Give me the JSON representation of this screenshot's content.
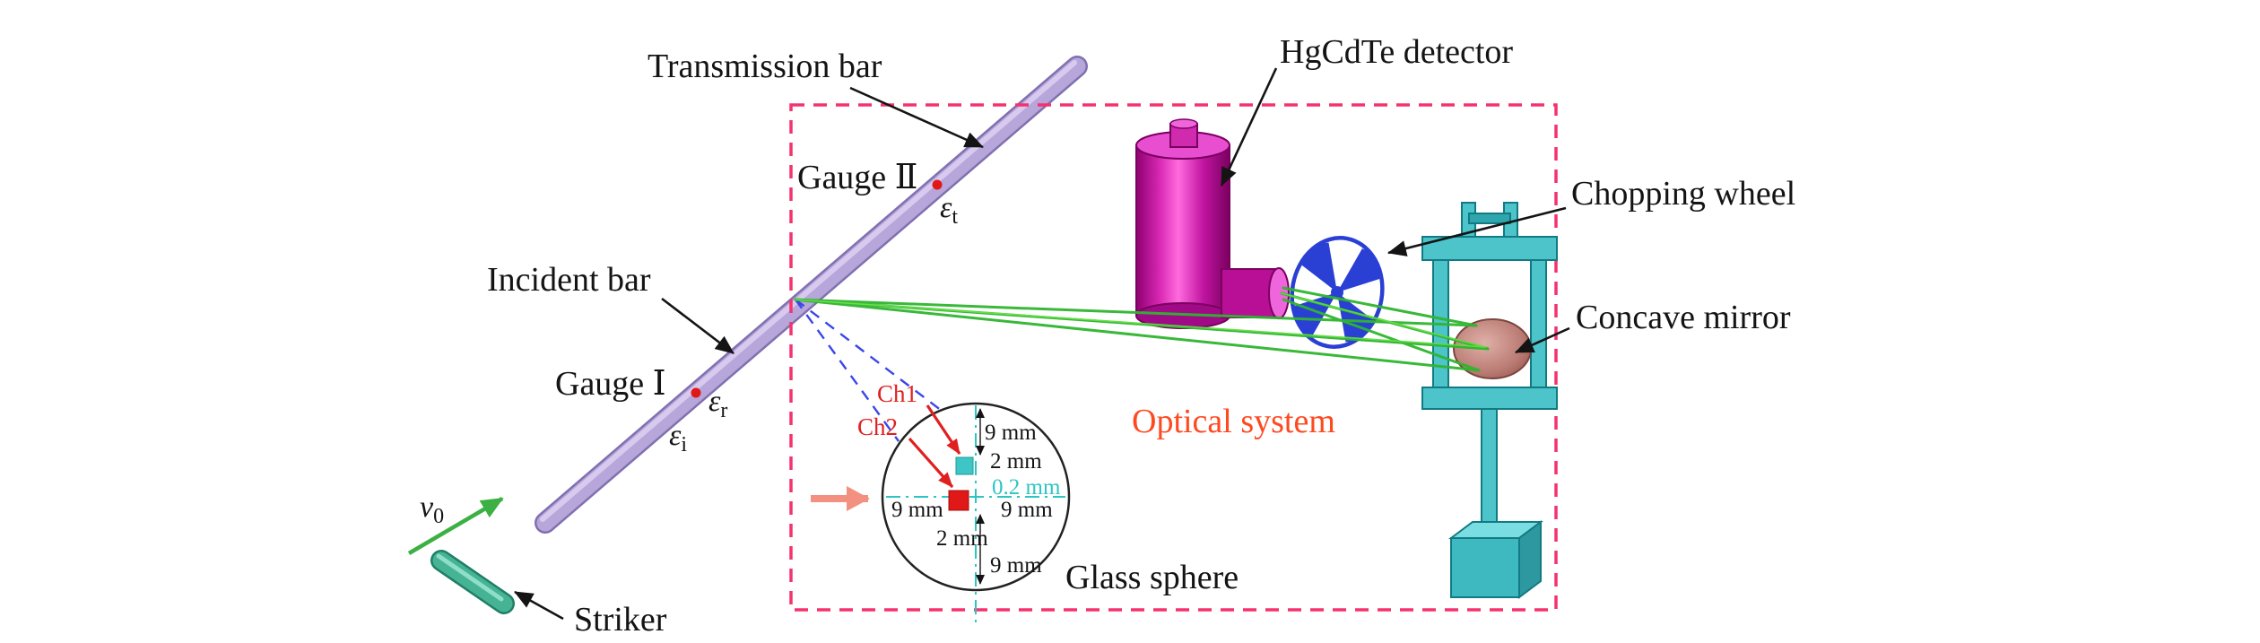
{
  "figure": {
    "bars": {
      "transmission_label": "Transmission bar",
      "incident_label": "Incident bar",
      "gauge1_label": "Gauge Ⅰ",
      "gauge2_label": "Gauge Ⅱ",
      "striker_label": "Striker"
    },
    "symbols": {
      "epsilon": "ε",
      "sub_t": "t",
      "sub_r": "r",
      "sub_i": "i",
      "v": "v",
      "sub_0": "0"
    },
    "optical": {
      "title": "Optical system",
      "detector_label": "HgCdTe detector",
      "wheel_label": "Chopping wheel",
      "mirror_label": "Concave mirror",
      "sphere_label": "Glass sphere"
    },
    "inset": {
      "ch1": "Ch1",
      "ch2": "Ch2",
      "dim_top": "9 mm",
      "dim_sq_top": "2 mm",
      "dim_gap": "0.2 mm",
      "dim_left": "9 mm",
      "dim_right": "9 mm",
      "dim_sq_bottom": "2 mm",
      "dim_bottom": "9 mm"
    },
    "colors": {
      "box_dash": "#f5326e",
      "optical_text": "#fd4a20",
      "beam_green": "#2fb52f",
      "detector_magenta": "#cc14a4",
      "wheel_blue": "#2a3fd4",
      "stand_teal": "#4cc4ca",
      "bar_purple": "#b6a6da",
      "striker_green": "#45b394",
      "dim_cyan": "#2fc4c4",
      "gauge_dot_red": "#e01818"
    }
  }
}
